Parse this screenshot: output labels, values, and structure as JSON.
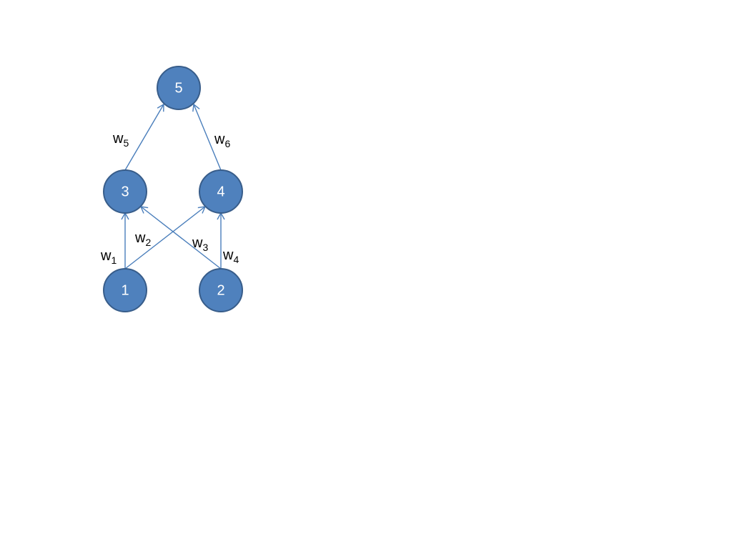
{
  "colors": {
    "node_fill": "#4f81bd",
    "node_stroke": "#385d8a",
    "node_text": "#ffffff",
    "edge": "#4a7ebb",
    "label_text": "#000000"
  },
  "nodes": [
    {
      "id": "1",
      "label": "1"
    },
    {
      "id": "2",
      "label": "2"
    },
    {
      "id": "3",
      "label": "3"
    },
    {
      "id": "4",
      "label": "4"
    },
    {
      "id": "5",
      "label": "5"
    }
  ],
  "edges": [
    {
      "from": "1",
      "to": "3",
      "weight": "w",
      "sub": "1"
    },
    {
      "from": "1",
      "to": "4",
      "weight": "w",
      "sub": "2"
    },
    {
      "from": "2",
      "to": "3",
      "weight": "w",
      "sub": "3"
    },
    {
      "from": "2",
      "to": "4",
      "weight": "w",
      "sub": "4"
    },
    {
      "from": "3",
      "to": "5",
      "weight": "w",
      "sub": "5"
    },
    {
      "from": "4",
      "to": "5",
      "weight": "w",
      "sub": "6"
    }
  ]
}
